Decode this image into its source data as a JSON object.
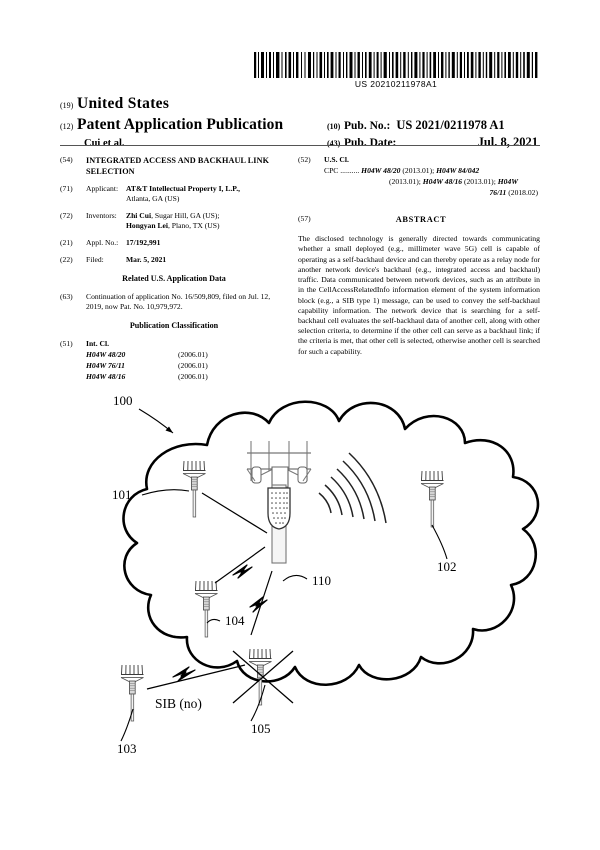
{
  "barcode": {
    "number": "US 20210211978A1",
    "icon": "barcode"
  },
  "header": {
    "country_num": "(19)",
    "country": "United States",
    "pubtype_num": "(12)",
    "pubtype": "Patent Application Publication",
    "authors": "Cui et al.",
    "pubno_num": "(10)",
    "pubno_label": "Pub. No.:",
    "pubno_value": "US 2021/0211978 A1",
    "pubdate_num": "(43)",
    "pubdate_label": "Pub. Date:",
    "pubdate_value": "Jul. 8, 2021"
  },
  "left": {
    "title_num": "(54)",
    "title": "INTEGRATED ACCESS AND BACKHAUL LINK SELECTION",
    "applicant_num": "(71)",
    "applicant_label": "Applicant:",
    "applicant_name": "AT&T Intellectual Property I, L.P.,",
    "applicant_addr": "Atlanta, GA (US)",
    "inventors_num": "(72)",
    "inventors_label": "Inventors:",
    "inventor1_name": "Zhi Cui",
    "inventor1_addr": ", Sugar Hill, GA (US);",
    "inventor2_name": "Hongyan Lei",
    "inventor2_addr": ", Plano, TX (US)",
    "applno_num": "(21)",
    "applno_label": "Appl. No.:",
    "applno_value": "17/192,991",
    "filed_num": "(22)",
    "filed_label": "Filed:",
    "filed_value": "Mar. 5, 2021",
    "related_head": "Related U.S. Application Data",
    "related_num": "(63)",
    "related_text": "Continuation of application No. 16/509,809, filed on Jul. 12, 2019, now Pat. No. 10,979,972.",
    "pubclass_head": "Publication Classification",
    "intcl_num": "(51)",
    "intcl_label": "Int. Cl.",
    "intcl_rows": [
      {
        "code": "H04W 48/20",
        "version": "(2006.01)"
      },
      {
        "code": "H04W 76/11",
        "version": "(2006.01)"
      },
      {
        "code": "H04W 48/16",
        "version": "(2006.01)"
      }
    ]
  },
  "right": {
    "uscl_num": "(52)",
    "uscl_label": "U.S. Cl.",
    "cpc_prefix": "CPC ..........",
    "cpc_line1_code": "H04W 48/20",
    "cpc_line1_rest": " (2013.01); ",
    "cpc_line1_code2": "H04W 84/042",
    "cpc_line2_rest": "(2013.01); ",
    "cpc_line2_code": "H04W 48/16",
    "cpc_line2_rest2": " (2013.01); ",
    "cpc_line2_code2": "H04W",
    "cpc_line3_code": "76/11",
    "cpc_line3_rest": " (2018.02)",
    "abstract_num": "(57)",
    "abstract_head": "ABSTRACT",
    "abstract_text": "The disclosed technology is generally directed towards communicating whether a small deployed (e.g., millimeter wave 5G) cell is capable of operating as a self-backhaul device and can thereby operate as a relay node for another network device's backhaul (e.g., integrated access and backhaul) traffic. Data communicated between network devices, such as an attribute in in the CellAccessRelatedInfo information element of the system information block (e.g., a SIB type 1) message, can be used to convey the self-backhaul capability information. The network device that is searching for a self-backhaul cell evaluates the self-backhaul data of another cell, along with other selection criteria, to determine if the other cell can serve as a backhaul link; if the criteria is met, that other cell is selected, otherwise another cell is searched for such a capability."
  },
  "figure": {
    "system_label": "100",
    "labels": [
      {
        "id": "101",
        "text": "101"
      },
      {
        "id": "102",
        "text": "102"
      },
      {
        "id": "103",
        "text": "103"
      },
      {
        "id": "104",
        "text": "104"
      },
      {
        "id": "105",
        "text": "105"
      },
      {
        "id": "110",
        "text": "110"
      }
    ],
    "sib_label": "SIB (no)"
  }
}
